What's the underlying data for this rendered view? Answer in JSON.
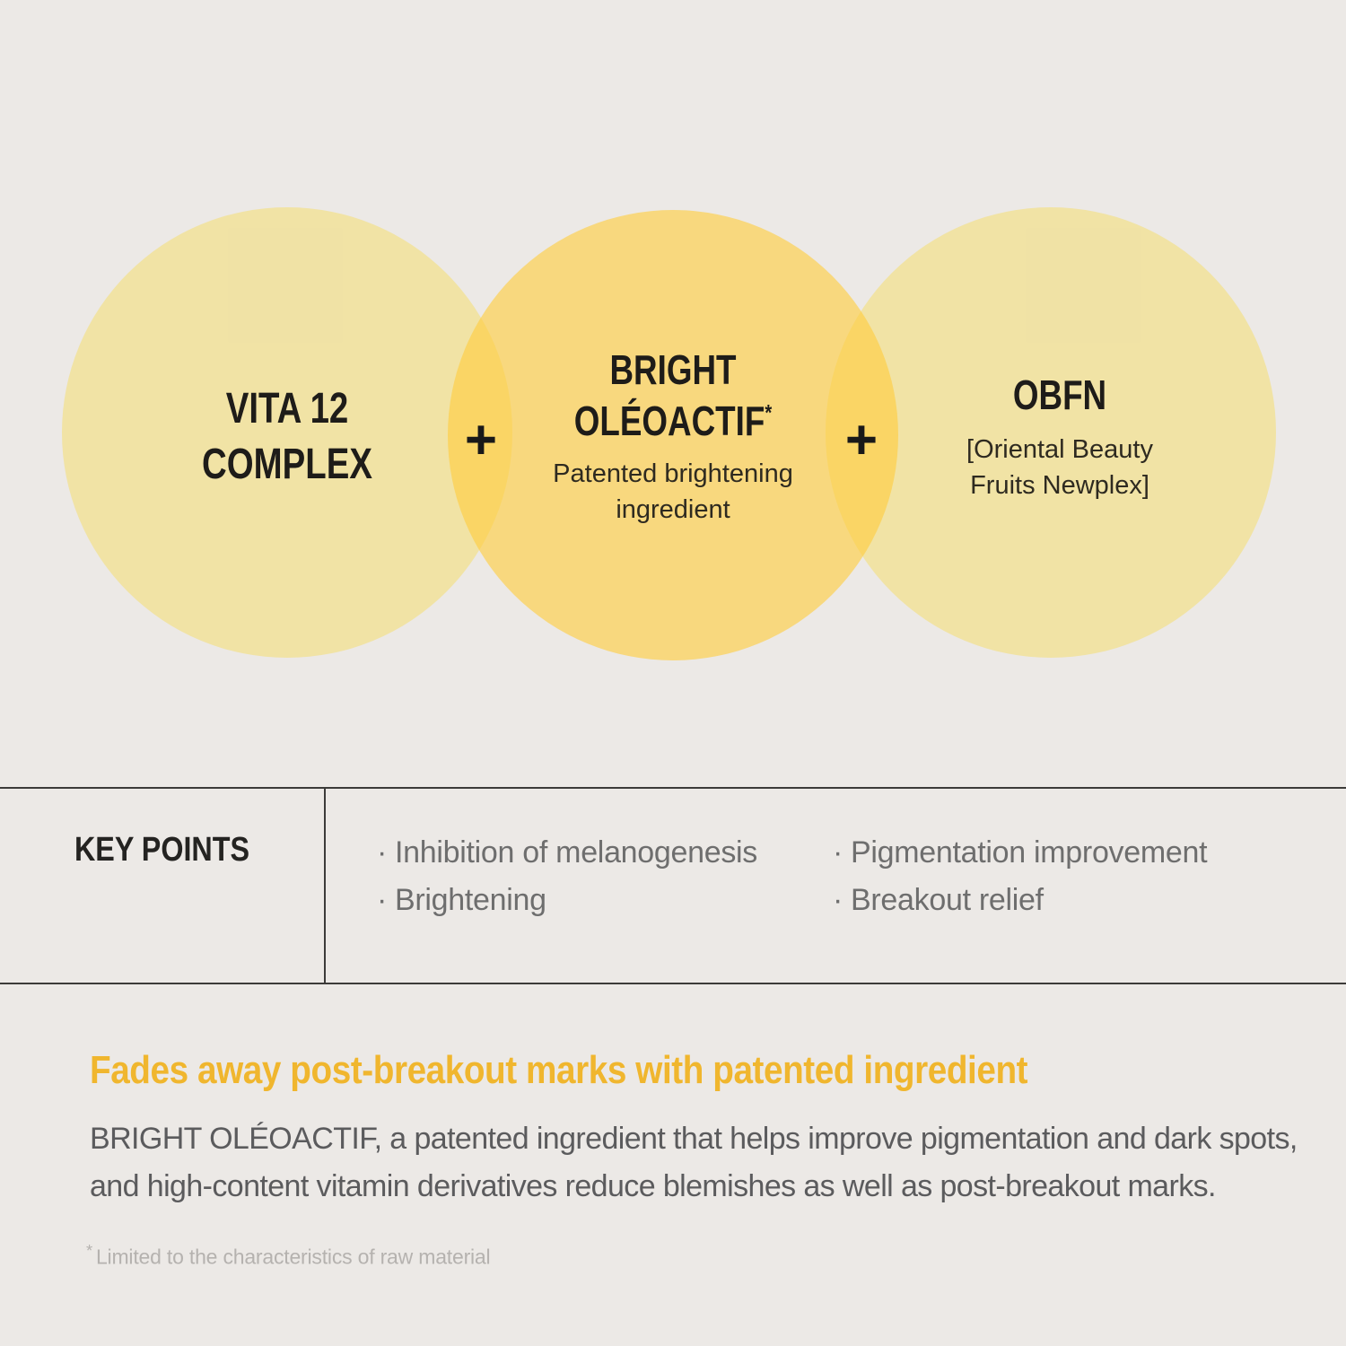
{
  "page": {
    "background_color": "#ECE9E6",
    "rule_color": "#3C3B39"
  },
  "diagram": {
    "plus_icon": "+",
    "circles": [
      {
        "title_line1": "VITA 12",
        "title_line2": "COMPLEX",
        "fill_color": "#F0E2A5"
      },
      {
        "title_line1": "BRIGHT",
        "title_line2": "OLÉOACTIF",
        "asterisk": "*",
        "subtitle": "Patented brightening ingredient",
        "fill_color": "#F8D87E"
      },
      {
        "title": "OBFN",
        "subtitle": "[Oriental Beauty Fruits Newplex]",
        "fill_color": "#F0E2A5"
      }
    ]
  },
  "key_points": {
    "label": "KEY POINTS",
    "bullet_char": "·",
    "col1": [
      "Inhibition of melanogenesis",
      "Brightening"
    ],
    "col2": [
      "Pigmentation improvement",
      "Breakout relief"
    ]
  },
  "description": {
    "heading": "Fades away post-breakout marks with patented ingredient",
    "heading_color": "#F0B62E",
    "body": "BRIGHT OLÉOACTIF, a patented ingredient that helps improve pigmentation and dark spots, and high-content vitamin derivatives reduce blemishes as well as post-breakout marks."
  },
  "footnote": {
    "marker": "*",
    "text": "Limited to the characteristics of raw material"
  }
}
